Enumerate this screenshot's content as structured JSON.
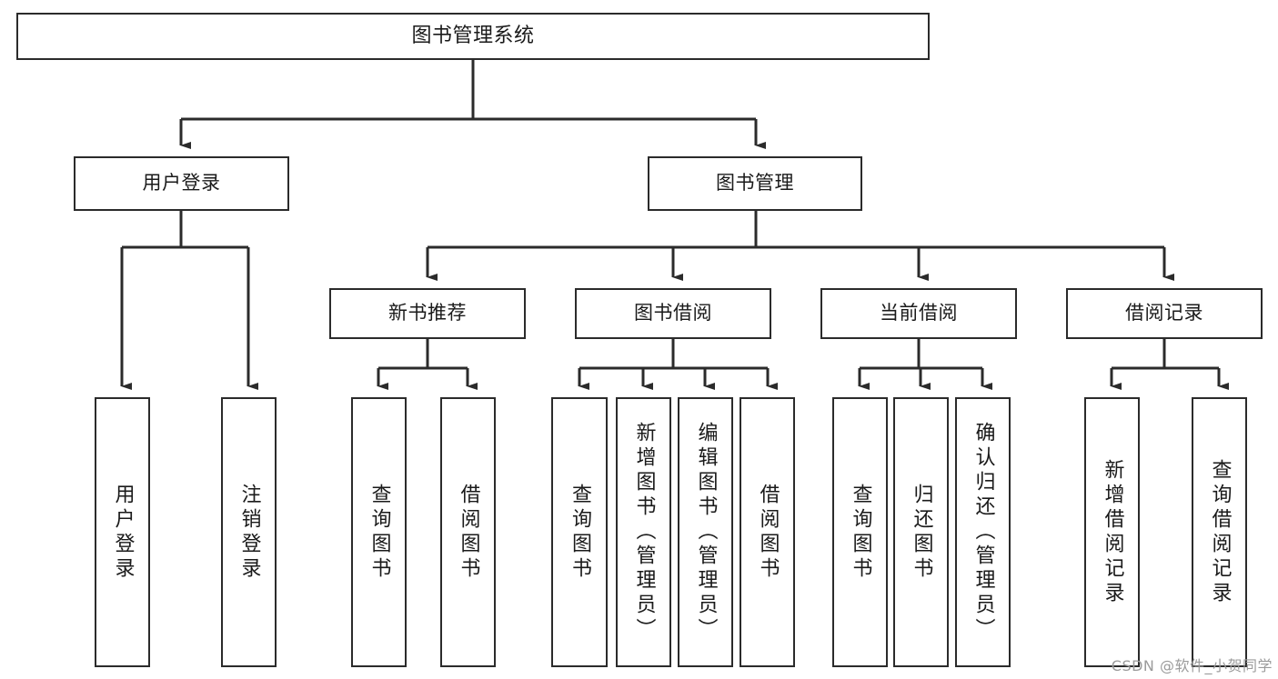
{
  "diagram": {
    "title": "图书管理系统",
    "type": "tree-hierarchy-chart",
    "root": {
      "id": "root",
      "label": "图书管理系统"
    },
    "level2": [
      {
        "id": "user-login",
        "label": "用户登录"
      },
      {
        "id": "book-management",
        "label": "图书管理"
      }
    ],
    "level3": [
      {
        "id": "new-book-recommend",
        "label": "新书推荐"
      },
      {
        "id": "book-borrow",
        "label": "图书借阅"
      },
      {
        "id": "current-borrow",
        "label": "当前借阅"
      },
      {
        "id": "borrow-record",
        "label": "借阅记录"
      }
    ],
    "leaves": {
      "user_login": [
        {
          "id": "leaf-user-login",
          "label": "用户登录"
        },
        {
          "id": "leaf-logout",
          "label": "注销登录"
        }
      ],
      "new_book_recommend": [
        {
          "id": "leaf-query-book-1",
          "label": "查询图书"
        },
        {
          "id": "leaf-borrow-book-1",
          "label": "借阅图书"
        }
      ],
      "book_borrow": [
        {
          "id": "leaf-query-book-2",
          "label": "查询图书"
        },
        {
          "id": "leaf-add-book",
          "label": "新增图书（管理员）"
        },
        {
          "id": "leaf-edit-book",
          "label": "编辑图书（管理员）"
        },
        {
          "id": "leaf-borrow-book-2",
          "label": "借阅图书"
        }
      ],
      "current_borrow": [
        {
          "id": "leaf-query-book-3",
          "label": "查询图书"
        },
        {
          "id": "leaf-return-book",
          "label": "归还图书"
        },
        {
          "id": "leaf-confirm-return",
          "label": "确认归还（管理员）"
        }
      ],
      "borrow_record": [
        {
          "id": "leaf-add-record",
          "label": "新增借阅记录"
        },
        {
          "id": "leaf-query-record",
          "label": "查询借阅记录"
        }
      ]
    }
  },
  "watermark": {
    "text": "CSDN @软件_小贺同学"
  },
  "colors": {
    "box_border": "#2b2b2b",
    "box_fill": "#ffffff",
    "connector": "#2b2b2b",
    "text": "#1a1a1a",
    "watermark": "#9b9b9b",
    "background": "#ffffff"
  }
}
